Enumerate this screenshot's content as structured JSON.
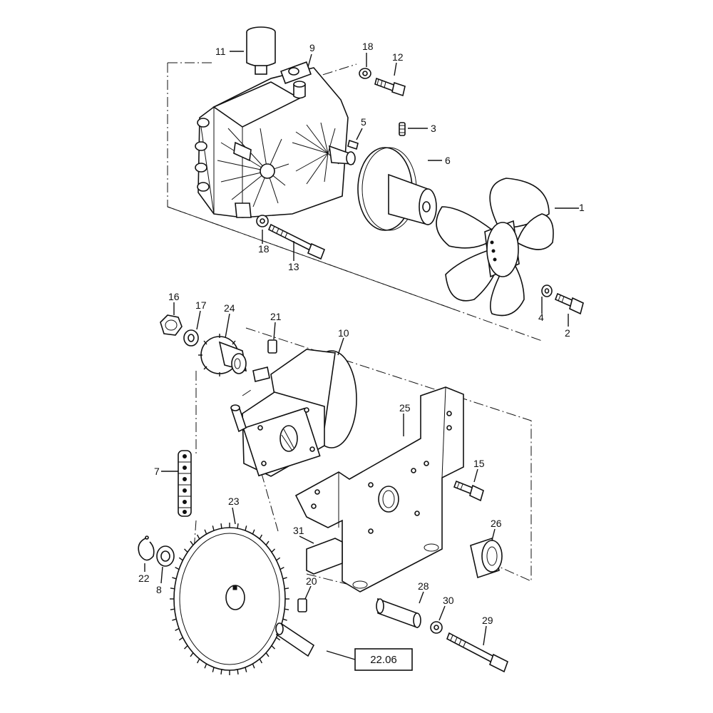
{
  "diagram": {
    "labels": {
      "p1": "1",
      "p2": "2",
      "p3": "3",
      "p4": "4",
      "p5": "5",
      "p6": "6",
      "p7": "7",
      "p8": "8",
      "p9": "9",
      "p10": "10",
      "p11": "11",
      "p12": "12",
      "p13": "13",
      "p15": "15",
      "p16": "16",
      "p17": "17",
      "p18a": "18",
      "p18b": "18",
      "p20": "20",
      "p21": "21",
      "p22": "22",
      "p23": "23",
      "p24": "24",
      "p25": "25",
      "p26": "26",
      "p28": "28",
      "p29": "29",
      "p30": "30",
      "p31": "31"
    },
    "reference_box": "22.06"
  }
}
